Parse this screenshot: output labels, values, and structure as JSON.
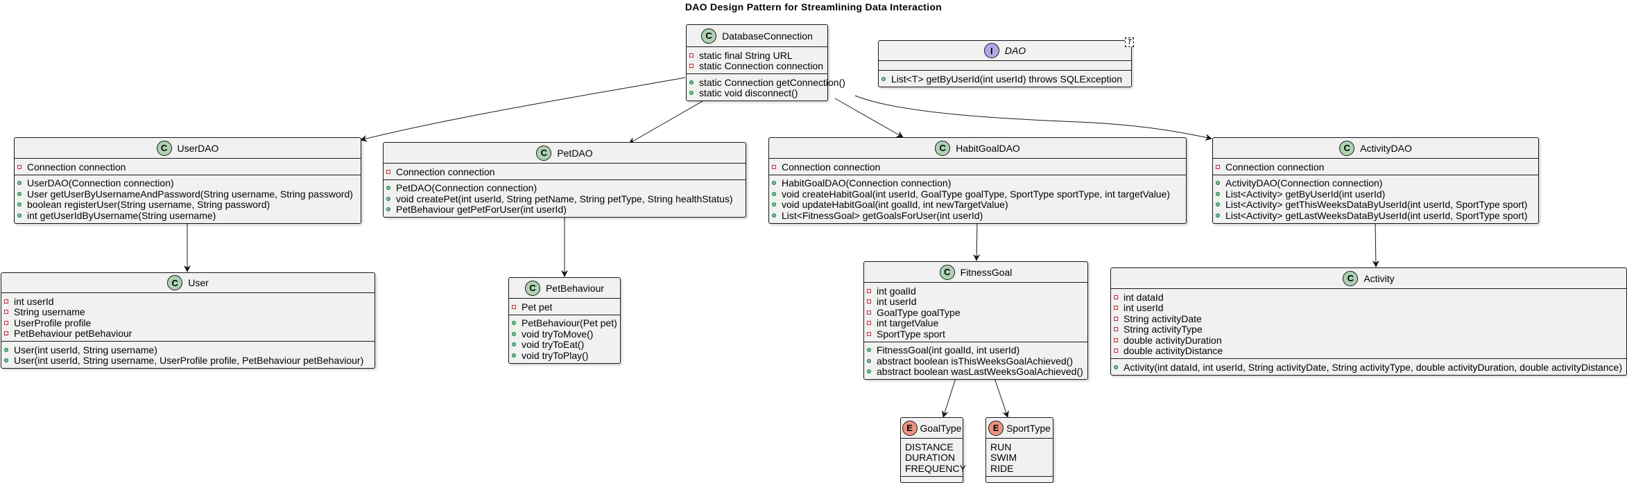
{
  "title": "DAO Design Pattern for Streamlining Data Interaction",
  "classes": {
    "DatabaseConnection": {
      "badge": "C",
      "name": "DatabaseConnection",
      "fields": [
        "static final String URL",
        "static Connection connection"
      ],
      "methods": [
        "static Connection getConnection()",
        "static void disconnect()"
      ]
    },
    "DAO": {
      "badge": "I",
      "name": "DAO",
      "type_param": "T",
      "methods": [
        "List<T> getByUserId(int userId) throws SQLException"
      ]
    },
    "UserDAO": {
      "badge": "C",
      "name": "UserDAO",
      "fields": [
        "Connection connection"
      ],
      "methods": [
        "UserDAO(Connection connection)",
        "User getUserByUsernameAndPassword(String username, String password)",
        "boolean registerUser(String username, String password)",
        "int getUserIdByUsername(String username)"
      ]
    },
    "PetDAO": {
      "badge": "C",
      "name": "PetDAO",
      "fields": [
        "Connection connection"
      ],
      "methods": [
        "PetDAO(Connection connection)",
        "void createPet(int userId, String petName, String petType, String healthStatus)",
        "PetBehaviour getPetForUser(int userId)"
      ]
    },
    "HabitGoalDAO": {
      "badge": "C",
      "name": "HabitGoalDAO",
      "fields": [
        "Connection connection"
      ],
      "methods": [
        "HabitGoalDAO(Connection connection)",
        "void createHabitGoal(int userId, GoalType goalType, SportType sportType, int targetValue)",
        "void updateHabitGoal(int goalId, int newTargetValue)",
        "List<FitnessGoal> getGoalsForUser(int userId)"
      ]
    },
    "ActivityDAO": {
      "badge": "C",
      "name": "ActivityDAO",
      "fields": [
        "Connection connection"
      ],
      "methods": [
        "ActivityDAO(Connection connection)",
        "List<Activity> getByUserId(int userId)",
        "List<Activity> getThisWeeksDataByUserId(int userId, SportType sport)",
        "List<Activity> getLastWeeksDataByUserId(int userId, SportType sport)"
      ]
    },
    "User": {
      "badge": "C",
      "name": "User",
      "fields": [
        "int userId",
        "String username",
        "UserProfile profile",
        "PetBehaviour petBehaviour"
      ],
      "methods": [
        "User(int userId, String username)",
        "User(int userId, String username, UserProfile profile, PetBehaviour petBehaviour)"
      ]
    },
    "PetBehaviour": {
      "badge": "C",
      "name": "PetBehaviour",
      "fields": [
        "Pet pet"
      ],
      "methods": [
        "PetBehaviour(Pet pet)",
        "void tryToMove()",
        "void tryToEat()",
        "void tryToPlay()"
      ]
    },
    "FitnessGoal": {
      "badge": "C",
      "name": "FitnessGoal",
      "fields": [
        "int goalId",
        "int userId",
        "GoalType goalType",
        "int targetValue",
        "SportType sport"
      ],
      "methods": [
        "FitnessGoal(int goalId, int userId)",
        "abstract boolean isThisWeeksGoalAchieved()",
        "abstract boolean wasLastWeeksGoalAchieved()"
      ]
    },
    "Activity": {
      "badge": "C",
      "name": "Activity",
      "fields": [
        "int dataId",
        "int userId",
        "String activityDate",
        "String activityType",
        "double activityDuration",
        "double activityDistance"
      ],
      "methods": [
        "Activity(int dataId, int userId, String activityDate, String activityType, double activityDuration, double activityDistance)"
      ]
    },
    "GoalType": {
      "badge": "E",
      "name": "GoalType",
      "values": [
        "DISTANCE",
        "DURATION",
        "FREQUENCY"
      ]
    },
    "SportType": {
      "badge": "E",
      "name": "SportType",
      "values": [
        "RUN",
        "SWIM",
        "RIDE"
      ]
    }
  },
  "relations": [
    {
      "from": "DatabaseConnection",
      "to": "UserDAO"
    },
    {
      "from": "DatabaseConnection",
      "to": "PetDAO"
    },
    {
      "from": "DatabaseConnection",
      "to": "HabitGoalDAO"
    },
    {
      "from": "DatabaseConnection",
      "to": "ActivityDAO"
    },
    {
      "from": "UserDAO",
      "to": "User"
    },
    {
      "from": "PetDAO",
      "to": "PetBehaviour"
    },
    {
      "from": "HabitGoalDAO",
      "to": "FitnessGoal"
    },
    {
      "from": "ActivityDAO",
      "to": "Activity"
    },
    {
      "from": "FitnessGoal",
      "to": "GoalType"
    },
    {
      "from": "FitnessGoal",
      "to": "SportType"
    }
  ]
}
